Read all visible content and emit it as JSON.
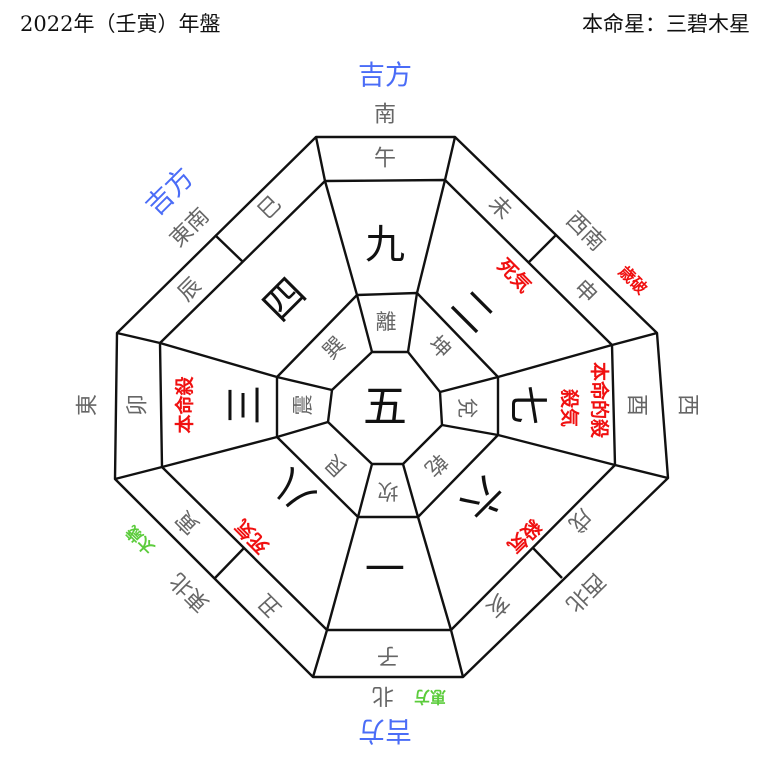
{
  "header": {
    "title": "2022年（壬寅）年盤",
    "honmeisei": "本命星：三碧木星"
  },
  "center_star": "五",
  "stars": {
    "S": "九",
    "SW": "二",
    "W": "七",
    "NW": "六",
    "N": "一",
    "NE": "八",
    "E": "三",
    "SE": "四"
  },
  "trigrams": {
    "S": "離",
    "SW": "坤",
    "W": "兌",
    "NW": "乾",
    "N": "坎",
    "NE": "艮",
    "E": "震",
    "SE": "巽"
  },
  "branches": {
    "wu": "午",
    "wei": "未",
    "shen": "申",
    "you": "酉",
    "xu": "戌",
    "hai": "亥",
    "zi": "子",
    "chou": "丑",
    "yin": "寅",
    "mao": "卯",
    "chen": "辰",
    "si": "巳"
  },
  "directions": {
    "S": "南",
    "SW": "西南",
    "W": "西",
    "NW": "西北",
    "N": "北",
    "NE": "東北",
    "E": "東",
    "SE": "東南"
  },
  "lucky": {
    "S": "吉方",
    "SE": "吉方",
    "N": "吉方"
  },
  "bad": {
    "SW_star": "死気",
    "SW_outer": "歳破",
    "W_line1": "本命的殺",
    "W_line2": "殺気",
    "NW": "殺気",
    "NE": "死気",
    "E": "本命殺"
  },
  "good": {
    "NE": "太歳",
    "N": "恵方"
  },
  "colors": {
    "lucky": "#4a6cf7",
    "bad": "#f01010",
    "good": "#5ccc3c"
  }
}
